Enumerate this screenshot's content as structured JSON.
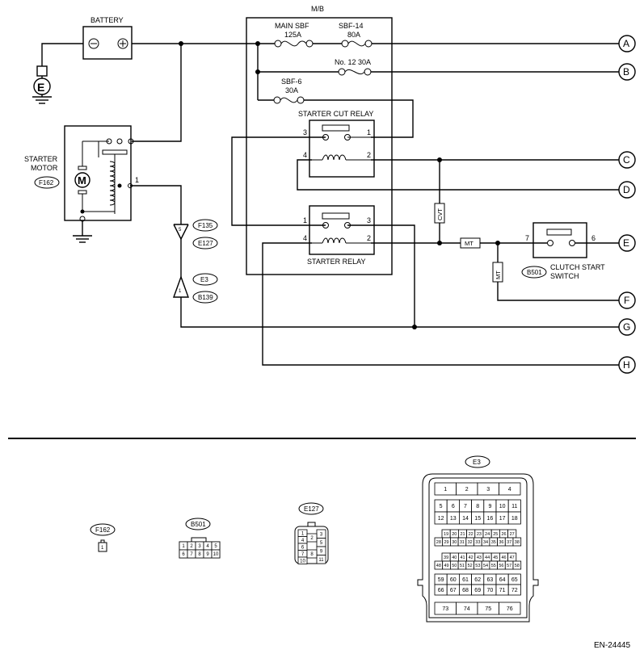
{
  "labels": {
    "battery": "BATTERY",
    "mb": "M/B",
    "main_sbf": "MAIN SBF",
    "main_sbf_amp": "125A",
    "sbf14": "SBF-14",
    "sbf14_amp": "80A",
    "no12": "No. 12  30A",
    "sbf6": "SBF-6",
    "sbf6_amp": "30A",
    "starter_cut_relay": "STARTER CUT RELAY",
    "starter_relay": "STARTER RELAY",
    "starter_motor_1": "STARTER",
    "starter_motor_2": "MOTOR",
    "motor_symbol": "M",
    "ground_e": "E",
    "cvt": "CVT",
    "mt": "MT",
    "clutch_1": "CLUTCH START",
    "clutch_2": "SWITCH",
    "figure_id": "EN-24445"
  },
  "pins": {
    "cut_3": "3",
    "cut_1": "1",
    "cut_4": "4",
    "cut_2": "2",
    "sr_1": "1",
    "sr_3": "3",
    "sr_4": "4",
    "sr_2": "2",
    "motor_1": "1",
    "f135_pin": "5",
    "e3_pin": "1",
    "clutch_7": "7",
    "clutch_6": "6"
  },
  "connectors": {
    "f162": "F162",
    "f135": "F135",
    "e127": "E127",
    "e3": "E3",
    "b139": "B139",
    "b501": "B501"
  },
  "terminals": [
    "A",
    "B",
    "C",
    "D",
    "E",
    "F",
    "G",
    "H"
  ],
  "bottom": {
    "f162": "F162",
    "f162_pin": "1",
    "b501": "B501",
    "b501_row1": [
      "1",
      "2",
      "3",
      "4",
      "5"
    ],
    "b501_row2": [
      "6",
      "7",
      "8",
      "9",
      "10"
    ],
    "e127": "E127",
    "e127_left": [
      "1",
      "4",
      "6",
      "7",
      "10"
    ],
    "e127_right": [
      "3",
      "5",
      "9",
      "11"
    ],
    "e127_mid": [
      "2",
      "8"
    ],
    "e3": "E3",
    "e3_row1": [
      "1",
      "2",
      "3",
      "4"
    ],
    "e3_row2": [
      "5",
      "6",
      "7",
      "8",
      "9",
      "10",
      "11"
    ],
    "e3_row3": [
      "12",
      "13",
      "14",
      "15",
      "16",
      "17",
      "18"
    ],
    "e3_row4": [
      "19",
      "20",
      "21",
      "22",
      "23",
      "24",
      "25",
      "26",
      "27"
    ],
    "e3_row5": [
      "28",
      "29",
      "30",
      "31",
      "32",
      "33",
      "34",
      "35",
      "36",
      "37",
      "38"
    ],
    "e3_row6": [
      "39",
      "40",
      "41",
      "42",
      "43",
      "44",
      "45",
      "46",
      "47"
    ],
    "e3_row7": [
      "48",
      "49",
      "50",
      "51",
      "52",
      "53",
      "54",
      "55",
      "56",
      "57",
      "58"
    ],
    "e3_row8": [
      "59",
      "60",
      "61",
      "62",
      "63",
      "64",
      "65"
    ],
    "e3_row9": [
      "66",
      "67",
      "68",
      "69",
      "70",
      "71",
      "72"
    ],
    "e3_row10": [
      "73",
      "74",
      "75",
      "76"
    ]
  }
}
